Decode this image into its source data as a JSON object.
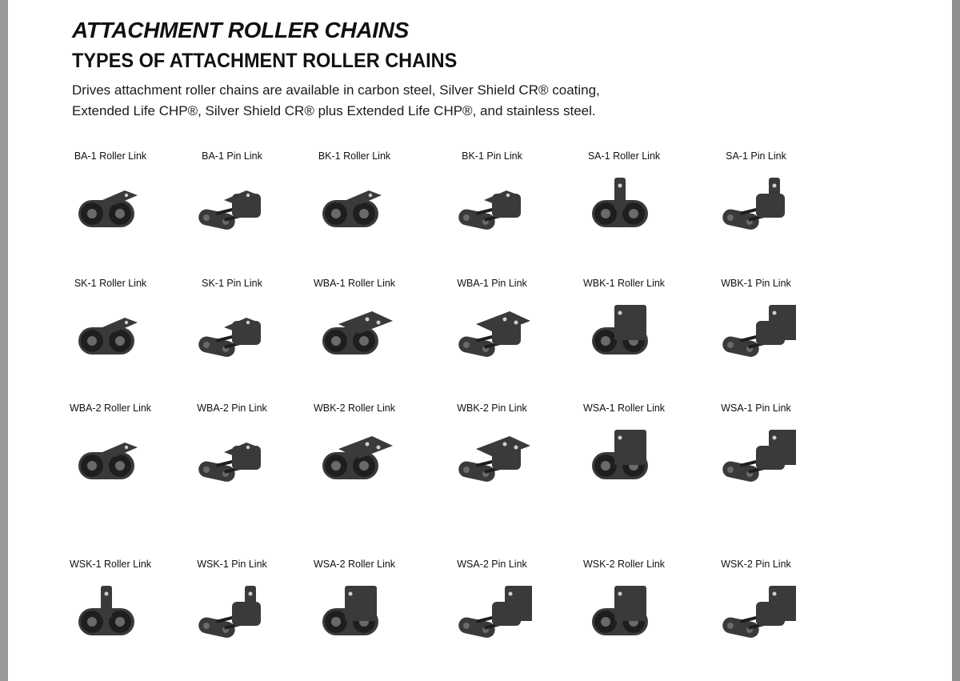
{
  "title": "ATTACHMENT ROLLER CHAINS",
  "subtitle": "TYPES OF ATTACHMENT ROLLER CHAINS",
  "intro": {
    "line1": "Drives attachment roller chains are available in carbon steel, Silver Shield CR® coating,",
    "line2": "Extended Life CHP®, Silver Shield CR® plus Extended Life CHP®, and stainless steel."
  },
  "colors": {
    "part_fill": "#3a3a3a",
    "part_dark": "#1e1e1e",
    "part_light": "#6a6a6a"
  },
  "links": [
    {
      "label": "BA-1 Roller Link",
      "icon": "ba-1-roller-link-image"
    },
    {
      "label": "BA-1 Pin Link",
      "icon": "ba-1-pin-link-image"
    },
    {
      "label": "BK-1 Roller Link",
      "icon": "bk-1-roller-link-image"
    },
    {
      "label": "BK-1 Pin Link",
      "icon": "bk-1-pin-link-image"
    },
    {
      "label": "SA-1 Roller Link",
      "icon": "sa-1-roller-link-image"
    },
    {
      "label": "SA-1 Pin Link",
      "icon": "sa-1-pin-link-image"
    },
    {
      "label": "SK-1 Roller Link",
      "icon": "sk-1-roller-link-image"
    },
    {
      "label": "SK-1 Pin Link",
      "icon": "sk-1-pin-link-image"
    },
    {
      "label": "WBA-1 Roller Link",
      "icon": "wba-1-roller-link-image"
    },
    {
      "label": "WBA-1 Pin Link",
      "icon": "wba-1-pin-link-image"
    },
    {
      "label": "WBK-1 Roller Link",
      "icon": "wbk-1-roller-link-image"
    },
    {
      "label": "WBK-1 Pin Link",
      "icon": "wbk-1-pin-link-image"
    },
    {
      "label": "WBA-2 Roller Link",
      "icon": "wba-2-roller-link-image"
    },
    {
      "label": "WBA-2 Pin Link",
      "icon": "wba-2-pin-link-image"
    },
    {
      "label": "WBK-2 Roller Link",
      "icon": "wbk-2-roller-link-image"
    },
    {
      "label": "WBK-2 Pin Link",
      "icon": "wbk-2-pin-link-image"
    },
    {
      "label": "WSA-1 Roller Link",
      "icon": "wsa-1-roller-link-image"
    },
    {
      "label": "WSA-1 Pin Link",
      "icon": "wsa-1-pin-link-image"
    },
    {
      "label": "WSK-1 Roller Link",
      "icon": "wsk-1-roller-link-image"
    },
    {
      "label": "WSK-1 Pin Link",
      "icon": "wsk-1-pin-link-image"
    },
    {
      "label": "WSA-2 Roller Link",
      "icon": "wsa-2-roller-link-image"
    },
    {
      "label": "WSA-2 Pin Link",
      "icon": "wsa-2-pin-link-image"
    },
    {
      "label": "WSK-2 Roller Link",
      "icon": "wsk-2-roller-link-image"
    },
    {
      "label": "WSK-2 Pin Link",
      "icon": "wsk-2-pin-link-image"
    }
  ]
}
